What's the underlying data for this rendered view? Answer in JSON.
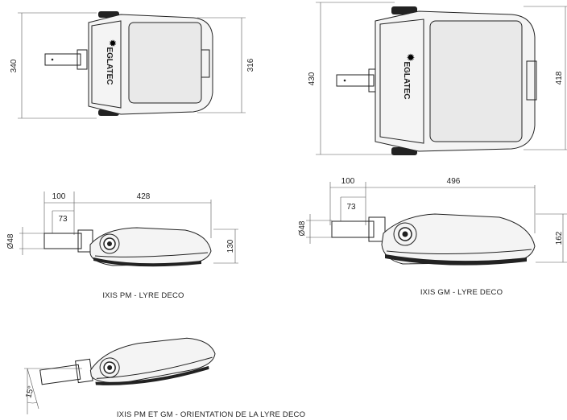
{
  "views": {
    "pm_top": {
      "height_left": "340",
      "height_right": "316",
      "logo": "EGLATEC"
    },
    "gm_top": {
      "height_left": "430",
      "height_right": "418",
      "logo": "EGLATEC"
    },
    "pm_side": {
      "dim_arm": "100",
      "dim_body": "428",
      "dim_offset": "73",
      "dim_diameter": "Ø48",
      "dim_height": "130",
      "caption": "IXIS PM - LYRE DECO"
    },
    "gm_side": {
      "dim_arm": "100",
      "dim_body": "496",
      "dim_offset": "73",
      "dim_diameter": "Ø48",
      "dim_height": "162",
      "caption": "IXIS GM - LYRE DECO"
    },
    "tilt": {
      "angle": "15°",
      "caption": "IXIS PM ET GM - ORIENTATION DE LA LYRE DECO"
    }
  }
}
